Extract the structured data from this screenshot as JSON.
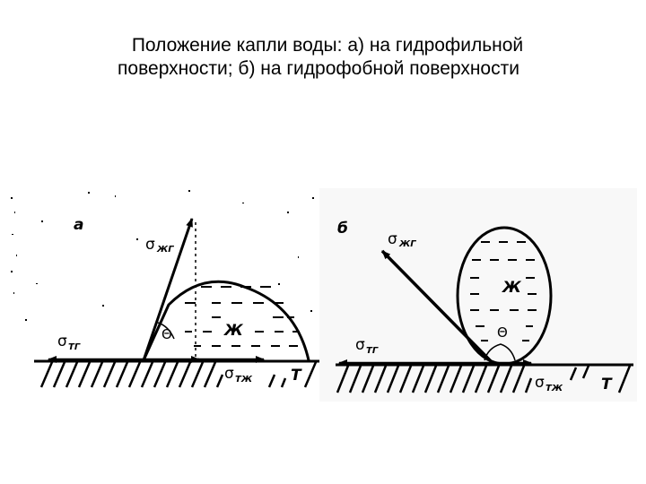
{
  "title": {
    "line1": "Положение капли воды: а) на гидрофильной",
    "line2": "поверхности; б) на гидрофобной поверхности"
  },
  "panel_a": {
    "letter": "а",
    "liquid": "Ж",
    "solid": "Т",
    "theta": "Θ",
    "sigma": "σ",
    "sub_lg": "ЖГ",
    "sub_sg": "ТГ",
    "sub_sl": "ТЖ"
  },
  "panel_b": {
    "letter": "б",
    "liquid": "Ж",
    "solid": "Т",
    "theta": "Θ",
    "sigma": "σ",
    "sub_lg": "ЖГ",
    "sub_sg": "ТГ",
    "sub_sl": "ТЖ"
  },
  "colors": {
    "ink": "#000000",
    "panel_b_background": "#f8f8f8"
  }
}
